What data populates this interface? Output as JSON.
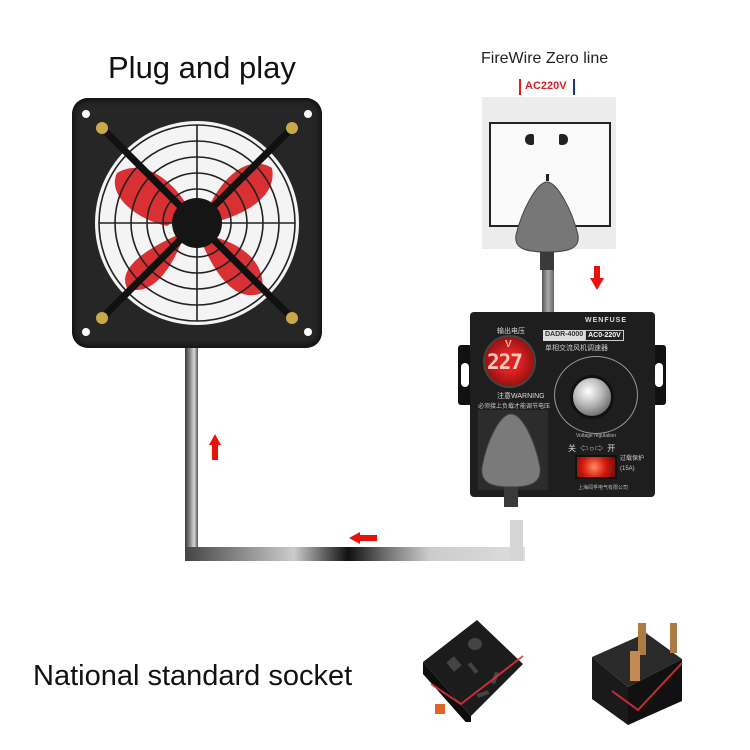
{
  "labels": {
    "plug_and_play": "Plug and play",
    "firewire_zero_line": "FireWire Zero line",
    "ac_voltage": "AC220V",
    "national_socket": "National standard socket"
  },
  "controller": {
    "brand": "WENFUSE",
    "model": "DADR-4000",
    "range": "AC0-220V",
    "subtitle_cn": "单相交流风机调速器",
    "display_label_cn": "输出电压",
    "display_unit": "V",
    "display_value": "227",
    "warning": "注意WARNING",
    "warning_cn": "必须接上负载才能调节电压",
    "knob_caption": "Voltage regulation",
    "switch_label": "关 ⇦○⇨ 开",
    "protection": "过载保护",
    "protection_rating": "(15A)",
    "company_cn": "上海闻孚电气有限公司"
  },
  "colors": {
    "live_wire": "#d81f26",
    "neutral_wire": "#1f2f8c",
    "arrow": "#e8120c",
    "fan_blade": "#d8262a",
    "fan_body": "#262626"
  },
  "icons": {
    "flow_arrows": [
      "arrow-down",
      "arrow-left",
      "arrow-up"
    ]
  }
}
